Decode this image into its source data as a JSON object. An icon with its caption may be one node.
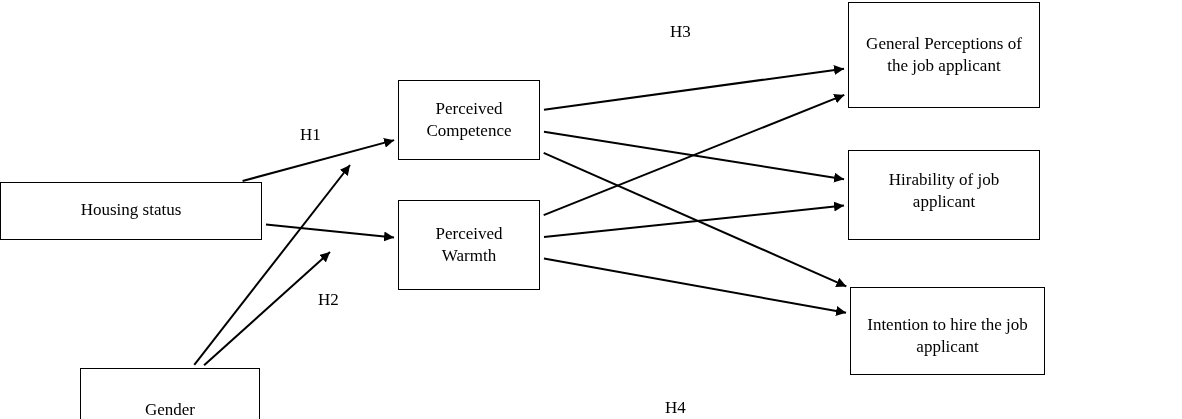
{
  "diagram": {
    "nodes": [
      {
        "text": [
          "Housing status"
        ]
      },
      {
        "text": [
          "Gender"
        ]
      },
      {
        "text": [
          "Perceived Competence"
        ]
      },
      {
        "text": [
          "Perceived Warmth"
        ]
      },
      {
        "text": [
          "General Perceptions of the job applicant"
        ]
      },
      {
        "text": [
          "Hirability of job applicant"
        ]
      },
      {
        "text": [
          "Intention to hire the job applicant"
        ]
      }
    ],
    "edges": [
      {
        "from": 0,
        "to": 2,
        "arrow": "to"
      },
      {
        "from": 0,
        "to": 3,
        "arrow": "to"
      },
      {
        "from": 1,
        "to": null,
        "arrow": "to"
      },
      {
        "from": 1,
        "to": null,
        "arrow": "to"
      },
      {
        "from": 2,
        "to": 4,
        "arrow": "to"
      },
      {
        "from": 2,
        "to": 5,
        "arrow": "to"
      },
      {
        "from": 2,
        "to": 6,
        "arrow": "to"
      },
      {
        "from": 3,
        "to": 4,
        "arrow": "to"
      },
      {
        "from": 3,
        "to": 5,
        "arrow": "to"
      },
      {
        "from": 3,
        "to": 6,
        "arrow": "to"
      }
    ],
    "labels": [
      "H1",
      "H2",
      "H3",
      "H4"
    ]
  }
}
